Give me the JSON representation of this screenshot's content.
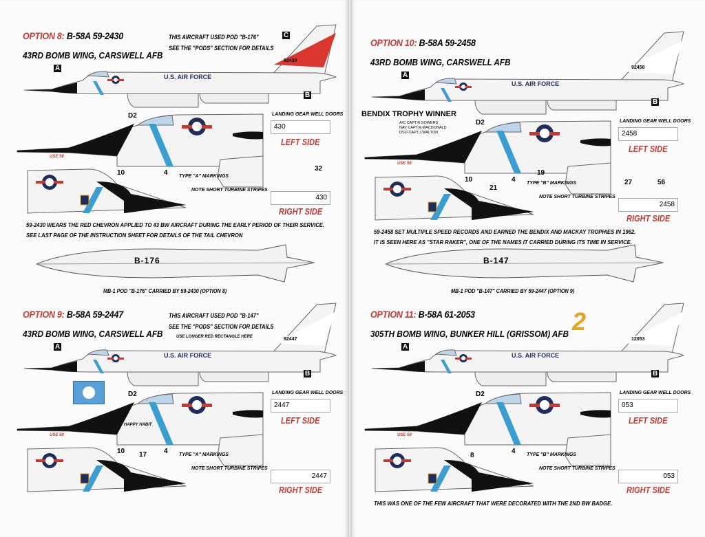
{
  "options": [
    {
      "option": "OPTION 8:",
      "aircraft": "B-58A  59-2430",
      "unit": "43RD BOMB WING, CARSWELL AFB",
      "note": [
        "THIS AIRCRAFT USED POD \"B-176\"",
        "SEE THE \"PODS\" SECTION FOR DETAILS"
      ],
      "tail_serial": "92430",
      "fuselage_text": "U.S. AIR FORCE",
      "gear_label": "LANDING GEAR WELL DOORS",
      "gear_left": "430",
      "gear_right": "430",
      "left_side": "LEFT SIDE",
      "right_side": "RIGHT SIDE",
      "markings": "TYPE \"A\" MARKINGS",
      "turbine_note": "NOTE SHORT TURBINE STRIPES",
      "use_note": "USE 58",
      "callouts": [
        "A",
        "B",
        "C",
        "D2",
        "4",
        "10",
        "32"
      ],
      "comment": [
        "59-2430 WEARS THE RED CHEVRON APPLIED TO 43 BW AIRCRAFT DURING THE EARLY PERIOD OF THEIR SERVICE.",
        "SEE LAST PAGE OF THE INSTRUCTION SHEET FOR DETAILS OF THE TAIL CHEVRON"
      ],
      "tail_color": "#d9362f"
    },
    {
      "option": "OPTION 10:",
      "aircraft": "B-58A  59-2458",
      "unit": "43RD BOMB WING, CARSWELL AFB",
      "note": [
        "",
        ""
      ],
      "tail_serial": "92458",
      "fuselage_text": "U.S. AIR FORCE",
      "gear_label": "LANDING GEAR WELL DOORS",
      "gear_left": "2458",
      "gear_right": "2458",
      "left_side": "LEFT SIDE",
      "right_side": "RIGHT SIDE",
      "markings": "TYPE \"B\" MARKINGS",
      "turbine_note": "NOTE SHORT TURBINE STRIPES",
      "use_note": "USE 58",
      "callouts": [
        "A",
        "B",
        "D2",
        "4",
        "21",
        "19",
        "10",
        "27",
        "56"
      ],
      "comment": [
        "59-2458 SET MULTIPLE SPEED RECORDS AND EARNED THE BENDIX AND MACKAY TROPHIES IN 1962.",
        "IT IS SEEN HERE AS \"STAR RAKER\", ONE OF THE NAMES IT CARRIED DURING ITS TIME IN SERVICE."
      ],
      "bendix": "BENDIX TROPHY WINNER",
      "bendix_crew": "A/C CAPT.R.SOWERS\nNAV CAPT.R.MACDONALD\nDSO CAPT.J.WALTON",
      "tail_color": "#ffffff"
    },
    {
      "option": "OPTION 9:",
      "aircraft": "B-58A  59-2447",
      "unit": "43RD BOMB WING, CARSWELL AFB",
      "note": [
        "THIS AIRCRAFT USED POD \"B-147\"",
        "SEE THE \"PODS\" SECTION FOR DETAILS"
      ],
      "extra_note": "USE LONGER RED RECTANGLE HERE",
      "tail_serial": "92447",
      "fuselage_text": "U.S. AIR FORCE",
      "gear_label": "LANDING GEAR WELL DOORS",
      "gear_left": "2447",
      "gear_right": "2447",
      "left_side": "LEFT SIDE",
      "right_side": "RIGHT SIDE",
      "markings": "TYPE \"A\" MARKINGS",
      "turbine_note": "NOTE SHORT TURBINE STRIPES",
      "use_note": "USE 58",
      "nose_art": "HAPPY HABIT",
      "callouts": [
        "A",
        "B",
        "D2",
        "17",
        "4",
        "10"
      ],
      "comment": [
        "",
        ""
      ],
      "tail_color": "#ffffff"
    },
    {
      "option": "OPTION 11:",
      "aircraft": "B-58A  61-2053",
      "unit": "305TH BOMB WING, BUNKER HILL (GRISSOM) AFB",
      "note": [
        "",
        ""
      ],
      "tail_serial": "12053",
      "fuselage_text": "U.S. AIR FORCE",
      "gear_label": "LANDING GEAR WELL DOORS",
      "gear_left": "053",
      "gear_right": "053",
      "left_side": "LEFT SIDE",
      "right_side": "RIGHT SIDE",
      "markings": "TYPE \"B\" MARKINGS",
      "turbine_note": "NOTE SHORT TURBINE STRIPES",
      "use_note": "USE 58",
      "tail_badge": "2",
      "callouts": [
        "A",
        "B",
        "D2",
        "4",
        "8"
      ],
      "comment": [
        "THIS WAS ONE OF THE FEW AIRCRAFT THAT WERE DECORATED WITH THE 2ND BW BADGE.",
        ""
      ],
      "tail_color": "#ffffff"
    }
  ],
  "pods": [
    {
      "label": "B-176",
      "caption": "MB-1 POD \"B-176\" CARRIED BY 59-2430 (OPTION 8)"
    },
    {
      "label": "B-147",
      "caption": "MB-1 POD \"B-147\" CARRIED BY 59-2447 (OPTION 9)"
    }
  ],
  "colors": {
    "accent_red": "#c43a33",
    "roundel_blue": "#1f2d5c",
    "stripe_blue": "#3a9fd0"
  }
}
